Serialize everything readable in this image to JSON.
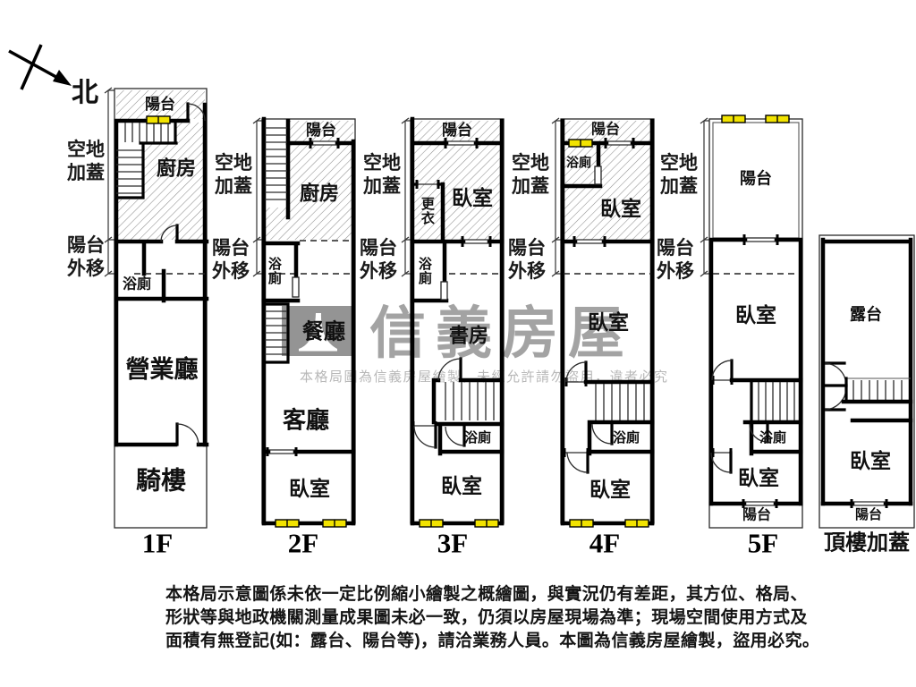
{
  "compass": {
    "north": "北"
  },
  "annotations": {
    "open_addition": "空地\n加蓋",
    "balcony_moved": "陽台\n外移"
  },
  "floors": {
    "f1": {
      "label": "1F",
      "balcony": "陽台",
      "kitchen": "廚房",
      "bath": "浴廁",
      "business_hall": "營業廳",
      "arcade": "騎樓"
    },
    "f2": {
      "label": "2F",
      "balcony": "陽台",
      "kitchen": "廚房",
      "bath": "浴廁",
      "dining": "餐廳",
      "living": "客廳",
      "bedroom": "臥室"
    },
    "f3": {
      "label": "3F",
      "balcony": "陽台",
      "bedroom_top": "臥室",
      "closet": "更衣",
      "bath_top": "浴廁",
      "study": "書房",
      "bath_mid": "浴廁",
      "bedroom_bottom": "臥室"
    },
    "f4": {
      "label": "4F",
      "balcony": "陽台",
      "bath_top": "浴廁",
      "bedroom_top": "臥室",
      "bedroom_mid": "臥室",
      "bath_mid": "浴廁",
      "bedroom_bottom": "臥室"
    },
    "f5": {
      "label": "5F",
      "balcony_top": "陽台",
      "bedroom_top": "臥室",
      "bath": "浴廁",
      "bedroom_bottom": "臥室",
      "balcony_bottom": "陽台"
    },
    "roof": {
      "label": "頂樓加蓋",
      "terrace": "露台",
      "bedroom": "臥室",
      "balcony": "陽台"
    }
  },
  "watermark": {
    "brand": "信義房屋",
    "notice": "本格局圖為信義房屋繪製，未經允許請勿盜用，違者必究"
  },
  "disclaimer": {
    "line1": "本格局示意圖係未依一定比例縮小繪製之概繪圖，與實況仍有差距，其方位、格局、",
    "line2": "形狀等與地政機關測量成果圖未必一致，仍須以房屋現場為準；現場空間使用方式及",
    "line3": "面積有無登記(如：露台、陽台等)，請洽業務人員。本圖為信義房屋繪製，盜用必究。"
  },
  "colors": {
    "wall": "#000000",
    "window": "#f2e300",
    "watermark_gray": "#9c9c9c"
  }
}
